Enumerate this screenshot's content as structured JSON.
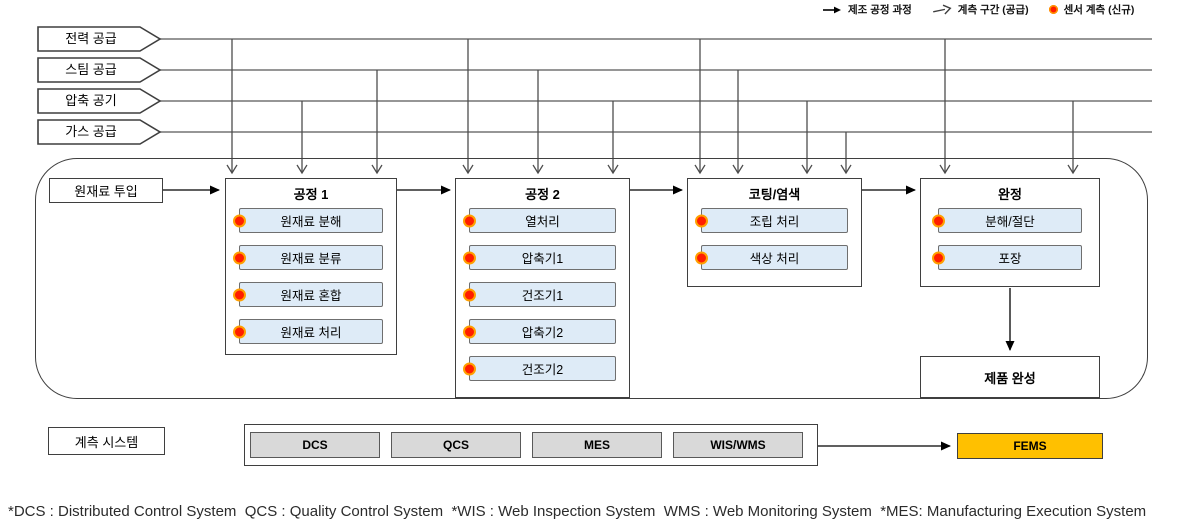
{
  "legend": {
    "items": [
      {
        "icon": "solid-arrow",
        "label": "제조 공정 과정"
      },
      {
        "icon": "open-arrow",
        "label": "계측 구간 (공급)"
      },
      {
        "icon": "red-dot",
        "label": "센서 계측 (신규)"
      }
    ]
  },
  "supplies": [
    {
      "label": "전력 공급"
    },
    {
      "label": "스팀 공급"
    },
    {
      "label": "압축 공기"
    },
    {
      "label": "가스 공급"
    }
  ],
  "flow": {
    "input_label": "원재료 투입",
    "stages": [
      {
        "title": "공정 1",
        "items": [
          "원재료 분해",
          "원재료 분류",
          "원재료 혼합",
          "원재료 처리"
        ]
      },
      {
        "title": "공정 2",
        "items": [
          "열처리",
          "압축기1",
          "건조기1",
          "압축기2",
          "건조기2"
        ]
      },
      {
        "title": "코팅/염색",
        "items": [
          "조립 처리",
          "색상 처리"
        ]
      },
      {
        "title": "완정",
        "items": [
          "분해/절단",
          "포장"
        ]
      }
    ],
    "final_label": "제품 완성"
  },
  "systems": {
    "label": "계측 시스템",
    "items": [
      "DCS",
      "QCS",
      "MES",
      "WIS/WMS"
    ],
    "target": "FEMS"
  },
  "colors": {
    "process_item_fill": "#DEEBF7",
    "system_box_fill": "#D9D9D9",
    "fems_fill": "#FFC000",
    "sensor_dot": "#FF1E00",
    "sensor_dot_ring": "#FFA000"
  },
  "footnote": "*DCS : Distributed Control System  QCS : Quality Control System  *WIS : Web Inspection System  WMS : Web Monitoring System  *MES: Manufacturing Execution System"
}
